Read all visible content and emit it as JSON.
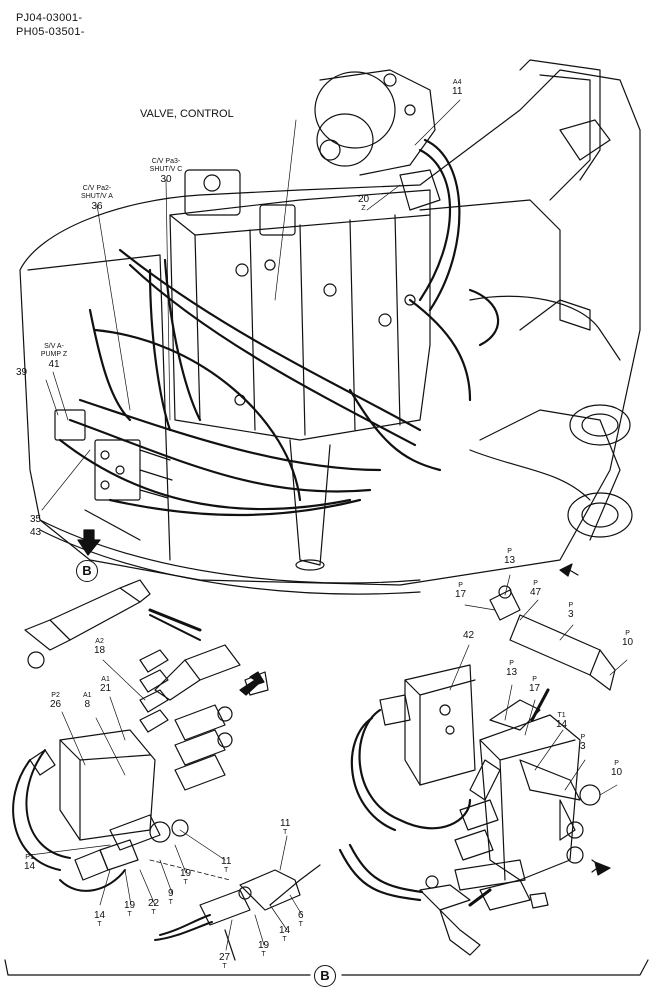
{
  "header": {
    "line1": "PJ04-03001-",
    "line2": "PH05-03501-"
  },
  "title": "VALVE, CONTROL",
  "view_ref": "B",
  "callouts_top": [
    {
      "id": "a4",
      "code": "A4",
      "num": "11",
      "sub": ""
    },
    {
      "id": "cvpa3",
      "code": "C/V Pa3-\nSHUT/V C",
      "num": "30",
      "sub": ""
    },
    {
      "id": "cvpa2",
      "code": "C/V Pa2-\nSHUT/V A",
      "num": "36",
      "sub": ""
    },
    {
      "id": "p20",
      "code": "",
      "num": "20",
      "sub": "Z"
    },
    {
      "id": "sva",
      "code": "S/V A-\nPUMP Z",
      "num": "41",
      "sub": ""
    },
    {
      "id": "p39",
      "code": "",
      "num": "39",
      "sub": ""
    },
    {
      "id": "p35",
      "code": "",
      "num": "35",
      "sub": ""
    },
    {
      "id": "p43",
      "code": "",
      "num": "43",
      "sub": ""
    }
  ],
  "callouts_left": [
    {
      "id": "a2",
      "code": "A2",
      "num": "18",
      "sub": ""
    },
    {
      "id": "a1_21",
      "code": "A1",
      "num": "21",
      "sub": ""
    },
    {
      "id": "a1_8",
      "code": "A1",
      "num": "8",
      "sub": ""
    },
    {
      "id": "p2",
      "code": "P2",
      "num": "26",
      "sub": ""
    },
    {
      "id": "p1",
      "code": "P1",
      "num": "14",
      "sub": ""
    },
    {
      "id": "l14t",
      "code": "",
      "num": "14",
      "sub": "T"
    },
    {
      "id": "l19t",
      "code": "",
      "num": "19",
      "sub": "T"
    },
    {
      "id": "l22t",
      "code": "",
      "num": "22",
      "sub": "T"
    },
    {
      "id": "l9t",
      "code": "",
      "num": "9",
      "sub": "T"
    },
    {
      "id": "l19t2",
      "code": "",
      "num": "19",
      "sub": "T"
    },
    {
      "id": "l11t",
      "code": "",
      "num": "11",
      "sub": "T"
    },
    {
      "id": "l11t2",
      "code": "",
      "num": "11",
      "sub": "T"
    },
    {
      "id": "l6t",
      "code": "",
      "num": "6",
      "sub": "T"
    },
    {
      "id": "l14t2",
      "code": "",
      "num": "14",
      "sub": "T"
    },
    {
      "id": "l19t3",
      "code": "",
      "num": "19",
      "sub": "T"
    },
    {
      "id": "l27t",
      "code": "",
      "num": "27",
      "sub": "T"
    }
  ],
  "callouts_right": [
    {
      "id": "r13",
      "code": "P",
      "num": "13",
      "sub": ""
    },
    {
      "id": "r17",
      "code": "P",
      "num": "17",
      "sub": ""
    },
    {
      "id": "r47",
      "code": "P",
      "num": "47",
      "sub": ""
    },
    {
      "id": "r3",
      "code": "P",
      "num": "3",
      "sub": ""
    },
    {
      "id": "r10",
      "code": "P",
      "num": "10",
      "sub": ""
    },
    {
      "id": "r42",
      "code": "",
      "num": "42",
      "sub": ""
    },
    {
      "id": "r13b",
      "code": "P",
      "num": "13",
      "sub": ""
    },
    {
      "id": "r17b",
      "code": "P",
      "num": "17",
      "sub": ""
    },
    {
      "id": "rt1",
      "code": "T1",
      "num": "14",
      "sub": ""
    },
    {
      "id": "r3b",
      "code": "P",
      "num": "3",
      "sub": ""
    },
    {
      "id": "r10b",
      "code": "P",
      "num": "10",
      "sub": ""
    }
  ]
}
